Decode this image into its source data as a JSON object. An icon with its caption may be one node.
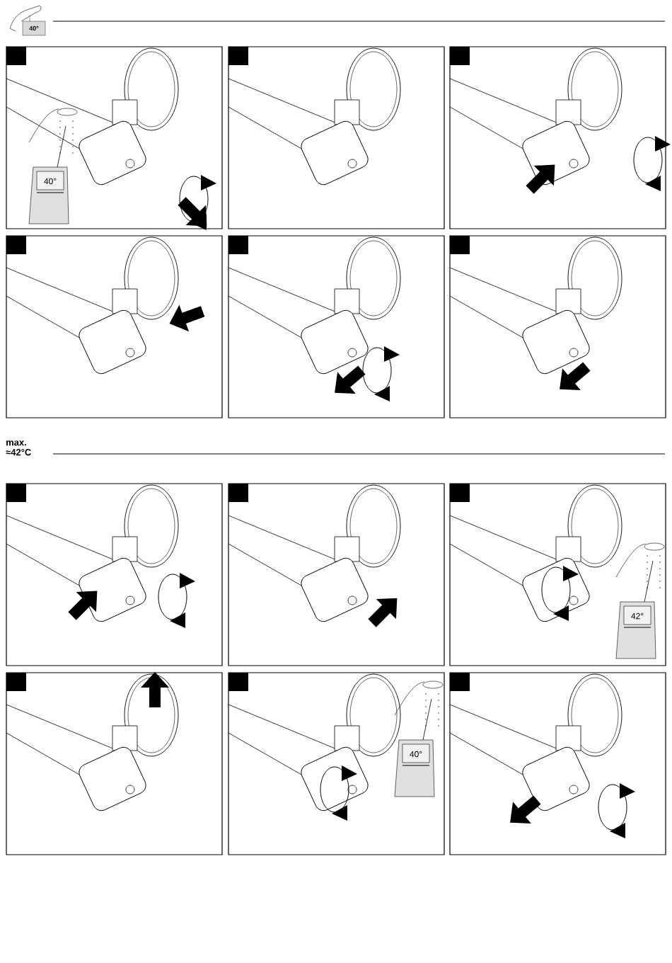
{
  "diagram": {
    "nodes": [
      {
        "text": [
          "40°"
        ]
      },
      {
        "text": [],
        "shape": "box"
      },
      {
        "text": [],
        "shape": "box"
      },
      {
        "text": [],
        "shape": "box"
      },
      {
        "text": [],
        "shape": "box"
      },
      {
        "text": [],
        "shape": "box"
      },
      {
        "text": [],
        "shape": "box"
      },
      {
        "text": [],
        "shape": "box"
      },
      {
        "text": [
          "42°"
        ]
      },
      {
        "text": [],
        "shape": "box"
      },
      {
        "text": [
          "40°"
        ]
      },
      {
        "text": [],
        "shape": "box"
      }
    ],
    "labels": [
      "40°",
      "max. ≈42°C"
    ]
  }
}
